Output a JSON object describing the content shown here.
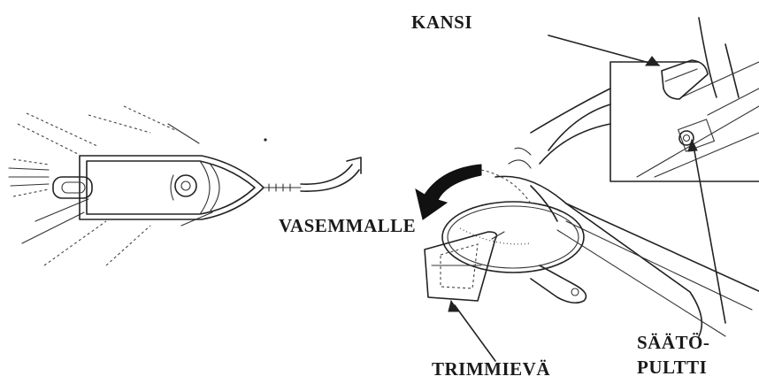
{
  "labels": {
    "cover": "KANSI",
    "direction": "VASEMMALLE",
    "trim_tab": "TRIMMIEVÄ",
    "adjust_bolt_line1": "SÄÄTÖ-",
    "adjust_bolt_line2": "PULTTI"
  },
  "colors": {
    "ink": "#222222",
    "arrow_fill": "#111111",
    "background": "#ffffff"
  }
}
